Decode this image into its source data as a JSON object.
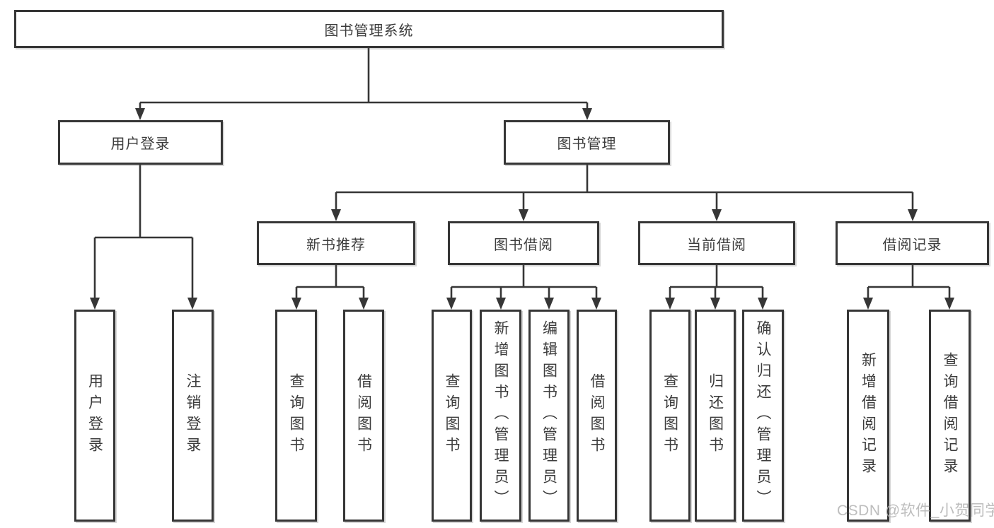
{
  "tree": {
    "root": "图书管理系统",
    "branches": [
      {
        "label": "用户登录",
        "children": [
          "用户登录",
          "注销登录"
        ]
      },
      {
        "label": "图书管理",
        "sections": [
          {
            "label": "新书推荐",
            "children": [
              "查询图书",
              "借阅图书"
            ]
          },
          {
            "label": "图书借阅",
            "children": [
              "查询图书",
              "新增图书（管理员）",
              "编辑图书（管理员）",
              "借阅图书"
            ]
          },
          {
            "label": "当前借阅",
            "children": [
              "查询图书",
              "归还图书",
              "确认归还（管理员）"
            ]
          },
          {
            "label": "借阅记录",
            "children": [
              "新增借阅记录",
              "查询借阅记录"
            ]
          }
        ]
      }
    ]
  },
  "watermark": {
    "text": "CSDN @软件_小贺同学"
  },
  "colors": {
    "line": "#363636",
    "text": "#3c3c3c",
    "box_background": "#ffffff",
    "watermark": "#b2b2b2"
  }
}
